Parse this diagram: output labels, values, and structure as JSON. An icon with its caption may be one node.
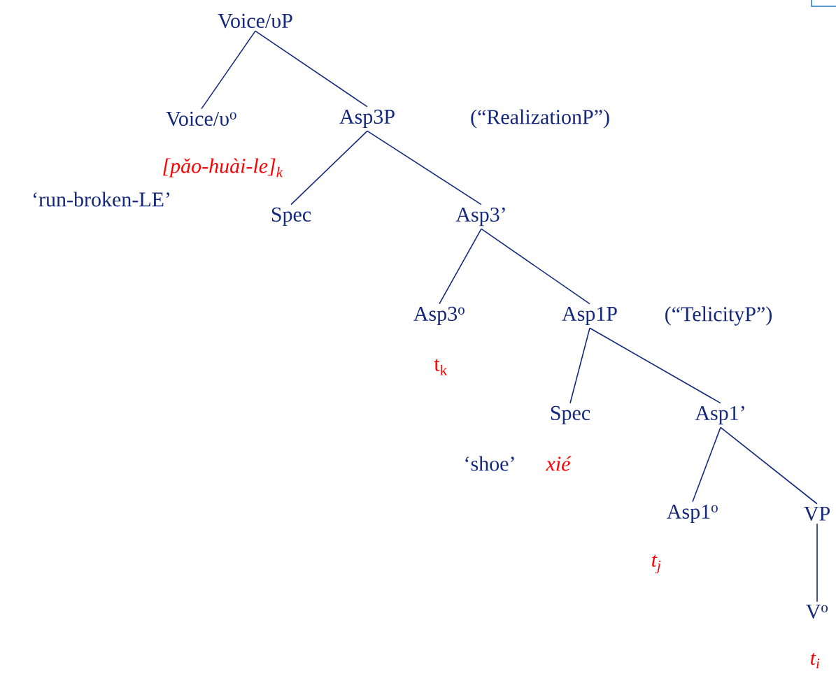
{
  "diagram": {
    "nodes": [
      {
        "text": [
          "Voice/υP"
        ]
      },
      {
        "text": [
          "Voice/υ$^{o}$"
        ],
        "beside": [
          "[pǎo-huài-le]$_{k}$",
          "‘run-broken-LE’"
        ]
      },
      {
        "text": [
          "Asp3P"
        ],
        "beside": [
          "(“RealizationP”)"
        ]
      },
      {
        "text": [
          "Spec"
        ]
      },
      {
        "text": [
          "Asp3’"
        ]
      },
      {
        "text": [
          "Asp3$^{o}$"
        ],
        "beside": [
          "t$_{k}$"
        ]
      },
      {
        "text": [
          "Asp1P"
        ],
        "beside": [
          "(“TelicityP”)"
        ]
      },
      {
        "text": [
          "Spec"
        ],
        "beside": [
          "‘shoe’",
          "xié"
        ]
      },
      {
        "text": [
          "Asp1’"
        ]
      },
      {
        "text": [
          "Asp1$^{o}$"
        ],
        "beside": [
          "t$_{j}$"
        ]
      },
      {
        "text": [
          "VP"
        ]
      },
      {
        "text": [
          "V$^{o}$"
        ],
        "beside": [
          "t$_{i}$"
        ]
      }
    ],
    "edges": [
      {
        "from": 0,
        "to": 1,
        "arrow": "none"
      },
      {
        "from": 0,
        "to": 2,
        "arrow": "none"
      },
      {
        "from": 2,
        "to": 3,
        "arrow": "none"
      },
      {
        "from": 2,
        "to": 4,
        "arrow": "none"
      },
      {
        "from": 4,
        "to": 5,
        "arrow": "none"
      },
      {
        "from": 4,
        "to": 6,
        "arrow": "none"
      },
      {
        "from": 6,
        "to": 7,
        "arrow": "none"
      },
      {
        "from": 6,
        "to": 8,
        "arrow": "none"
      },
      {
        "from": 8,
        "to": 9,
        "arrow": "none"
      },
      {
        "from": 8,
        "to": 10,
        "arrow": "none"
      },
      {
        "from": 10,
        "to": 11,
        "arrow": "none"
      }
    ]
  }
}
